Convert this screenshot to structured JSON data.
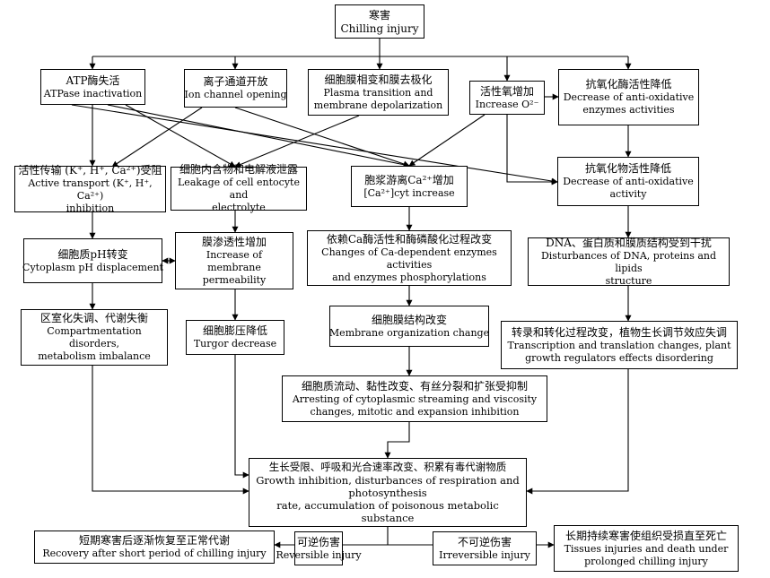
{
  "nodes": {
    "chilling": {
      "zh": "寒害",
      "en": "Chilling injury"
    },
    "atpase": {
      "zh": "ATP酶失活",
      "en": "ATPase inactivation"
    },
    "ion": {
      "zh": "离子通道开放",
      "en": "Ion channel opening"
    },
    "membrane_plasma": {
      "zh": "细胞膜相变和膜去极化",
      "en": "Plasma transition and\nmembrane depolarization"
    },
    "ros": {
      "zh": "活性氧增加",
      "en": "Increase O²⁻"
    },
    "antioxid_enzyme": {
      "zh": "抗氧化酶活性降低",
      "en": "Decrease of anti-oxidative\nenzymes activities"
    },
    "active_transport": {
      "zh": "活性传输 (K⁺, H⁺, Ca²⁺)受阻",
      "en": "Active transport (K⁺, H⁺, Ca²⁺)\ninhibition"
    },
    "leakage": {
      "zh": "细胞内含物和电解液泄露",
      "en": "Leakage of cell entocyte and\nelectrolyte"
    },
    "calcium": {
      "zh": "胞浆游离Ca²⁺增加",
      "en": "[Ca²⁺]cyt increase"
    },
    "antioxid_substance": {
      "zh": "抗氧化物活性降低",
      "en": "Decrease of anti-oxidative\nactivity"
    },
    "ph": {
      "zh": "细胞质pH转变",
      "en": "Cytoplasm pH displacement"
    },
    "permeability": {
      "zh": "膜渗透性增加",
      "en": "Increase of membrane\npermeability"
    },
    "ca_enzymes": {
      "zh": "依赖Ca酶活性和酶磷酸化过程改变",
      "en": "Changes of Ca-dependent enzymes activities\nand enzymes phosphorylations"
    },
    "dna": {
      "zh": "DNA、蛋白质和膜质结构受到干扰",
      "en": "Disturbances of DNA, proteins and lipids\nstructure"
    },
    "compartment": {
      "zh": "区室化失调、代谢失衡",
      "en": "Compartmentation disorders,\nmetabolism imbalance"
    },
    "turgor": {
      "zh": "细胞膨压降低",
      "en": "Turgor decrease"
    },
    "membrane_org": {
      "zh": "细胞膜结构改变",
      "en": "Membrane organization change"
    },
    "transcription": {
      "zh": "转录和转化过程改变，植物生长调节效应失调",
      "en": "Transcription and translation changes, plant\ngrowth regulators effects disordering"
    },
    "cytoplasm": {
      "zh": "细胞质流动、黏性改变、有丝分裂和扩张受抑制",
      "en": "Arresting of cytoplasmic streaming and viscosity\nchanges, mitotic and expansion inhibition"
    },
    "growth": {
      "zh": "生长受限、呼吸和光合速率改变、积累有毒代谢物质",
      "en": "Growth inhibition, disturbances of respiration and photosynthesis\nrate, accumulation of poisonous metabolic substance"
    },
    "recovery": {
      "zh": "短期寒害后逐渐恢复至正常代谢",
      "en": "Recovery after short period of chilling injury"
    },
    "reversible": {
      "zh": "可逆伤害",
      "en": "Reversible injury"
    },
    "irreversible": {
      "zh": "不可逆伤害",
      "en": "Irreversible injury"
    },
    "death": {
      "zh": "长期持续寒害使组织受损直至死亡",
      "en": "Tissues injuries and death under\nprolonged chilling injury"
    }
  }
}
